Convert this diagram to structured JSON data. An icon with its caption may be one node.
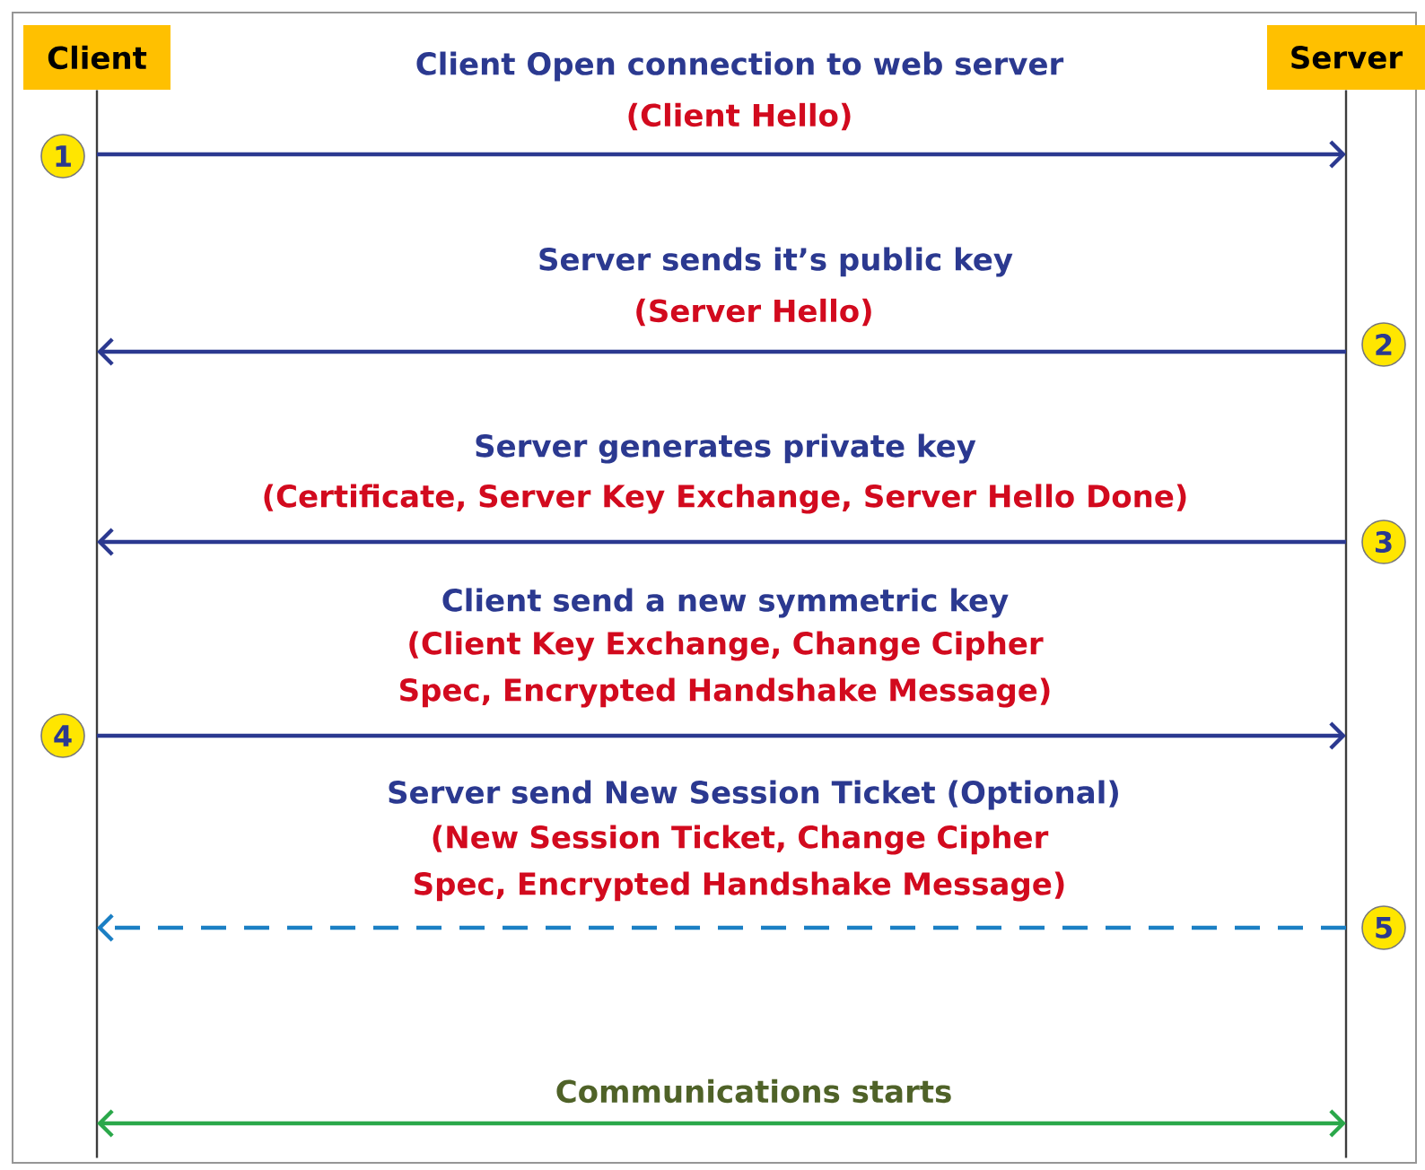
{
  "diagram": {
    "nodes": [
      {
        "text": [
          "Client"
        ]
      },
      {
        "text": [
          "Server"
        ]
      }
    ],
    "edges": [
      {
        "from": 0,
        "to": 1,
        "arrow": "to",
        "label": "Client Open connection to web server"
      },
      {
        "from": 1,
        "to": 0,
        "arrow": "to",
        "label": "Server sends it’s public key"
      },
      {
        "from": 1,
        "to": 0,
        "arrow": "to",
        "label": "Server generates private key"
      },
      {
        "from": 0,
        "to": 1,
        "arrow": "to",
        "label": "Client send a new symmetric key"
      },
      {
        "from": 1,
        "to": 0,
        "arrow": "to",
        "label": "Server send New Session Ticket (Optional)",
        "style": "dashed",
        "color": "#1b7fc4"
      },
      {
        "from": 0,
        "to": 1,
        "arrow": "both",
        "label": "Communications starts",
        "color": "#2aa84a"
      }
    ],
    "labels": [
      "(Client Hello)",
      "1",
      "(Server Hello)",
      "2",
      "(Certificate, Server Key Exchange, Server Hello Done)",
      "3",
      "(Client Key Exchange, Change Cipher Spec, Encrypted Handshake Message)",
      "4",
      "(New Session Ticket, Change Cipher Spec, Encrypted Handshake Message)",
      "5"
    ]
  }
}
